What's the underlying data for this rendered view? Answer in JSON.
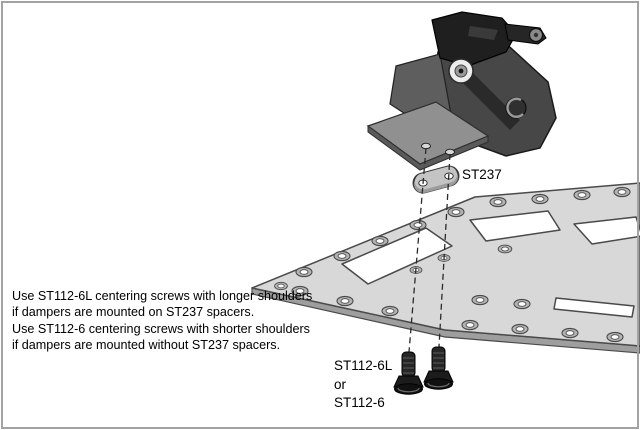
{
  "instructions": {
    "lines": [
      "Use ST112-6L centering screws with longer shoulders",
      "if dampers are mounted on ST237 spacers.",
      "Use ST112-6 centering screws with shorter shoulders",
      "if dampers are mounted without ST237 spacers."
    ]
  },
  "labels": {
    "spacer_label": "ST237",
    "screw_label_line1": "ST112-6L",
    "screw_label_line2": "or",
    "screw_label_line3": "ST112-6"
  },
  "colors": {
    "background": "#ffffff",
    "frame_border": "#a3a3a3",
    "plate_fill": "#d8d8d8",
    "plate_edge": "#4a4a4a",
    "dark_part": "#2a2a2a",
    "text": "#000000"
  }
}
